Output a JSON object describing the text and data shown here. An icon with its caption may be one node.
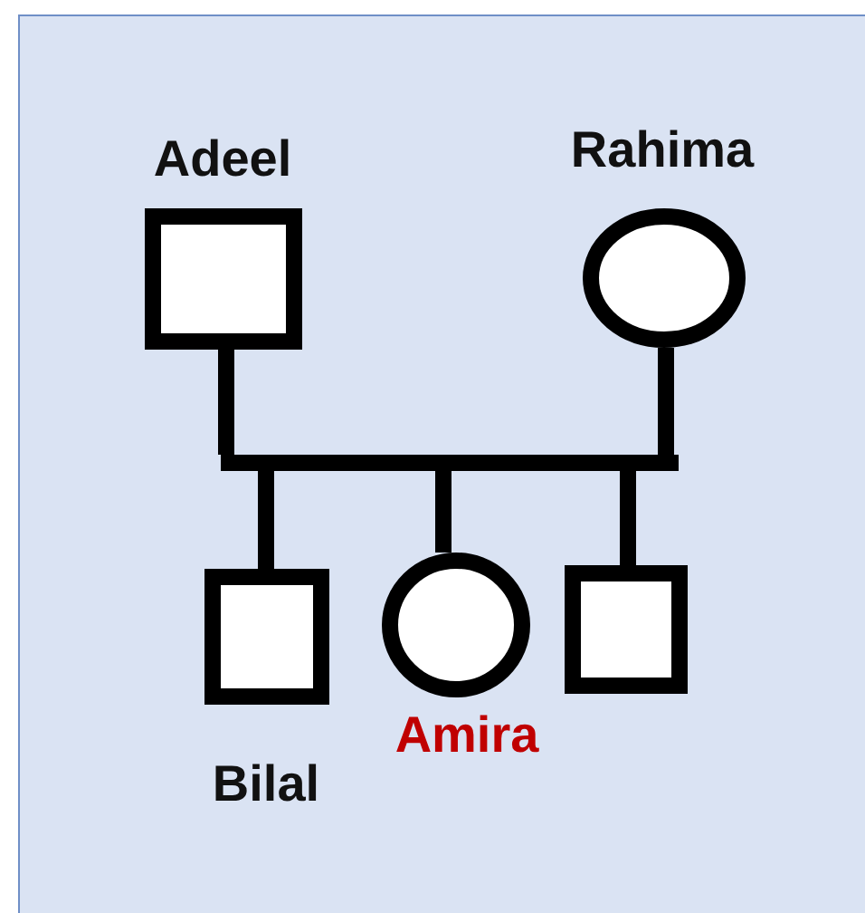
{
  "diagram": {
    "nodes": [
      {
        "text": [
          "Adeel"
        ]
      },
      {
        "text": [
          "Rahima"
        ]
      },
      {
        "text": [],
        "shape": "bar"
      },
      {
        "text": [
          "Bilal"
        ]
      },
      {
        "text": [
          "Amira"
        ]
      },
      {
        "text": [],
        "shape": "box"
      }
    ],
    "edges": [
      {
        "from": 0,
        "to": 2,
        "arrow": "none"
      },
      {
        "from": 1,
        "to": 2,
        "arrow": "none"
      },
      {
        "from": 2,
        "to": 3,
        "arrow": "none"
      },
      {
        "from": 2,
        "to": 4,
        "arrow": "none"
      },
      {
        "from": 2,
        "to": 5,
        "arrow": "none"
      }
    ]
  }
}
